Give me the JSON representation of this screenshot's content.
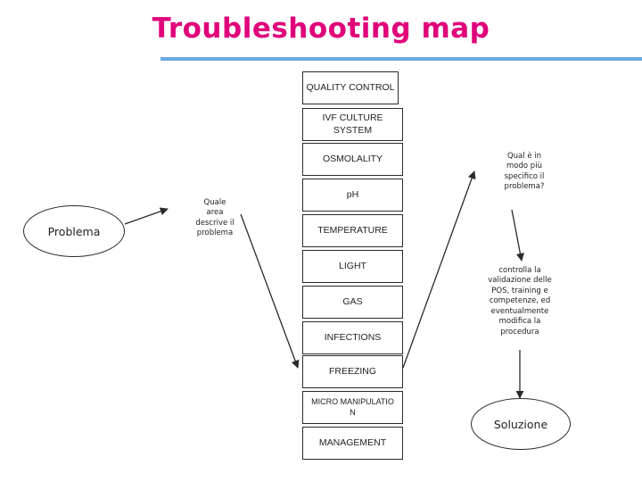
{
  "title": "Troubleshooting map",
  "start": "Problema",
  "end": "Soluzione",
  "left_label": "Quale area descrive il problema",
  "right_question": "Qual è in modo più specifico il problema?",
  "right_action": "controlla la validazione delle POS, training e competenze, ed eventualmente modifica la procedura",
  "areas": [
    "QUALITY CONTROL",
    "IVF CULTURE SYSTEM",
    "OSMOLALITY",
    "pH",
    "TEMPERATURE",
    "LIGHT",
    "GAS",
    "INFECTIONS",
    "FREEZING",
    "MICRO MANIPULATION",
    "MANAGEMENT"
  ],
  "colors": {
    "title": "#e0007a",
    "rule": "#6aa9e0",
    "stroke": "#2a2a2a"
  }
}
